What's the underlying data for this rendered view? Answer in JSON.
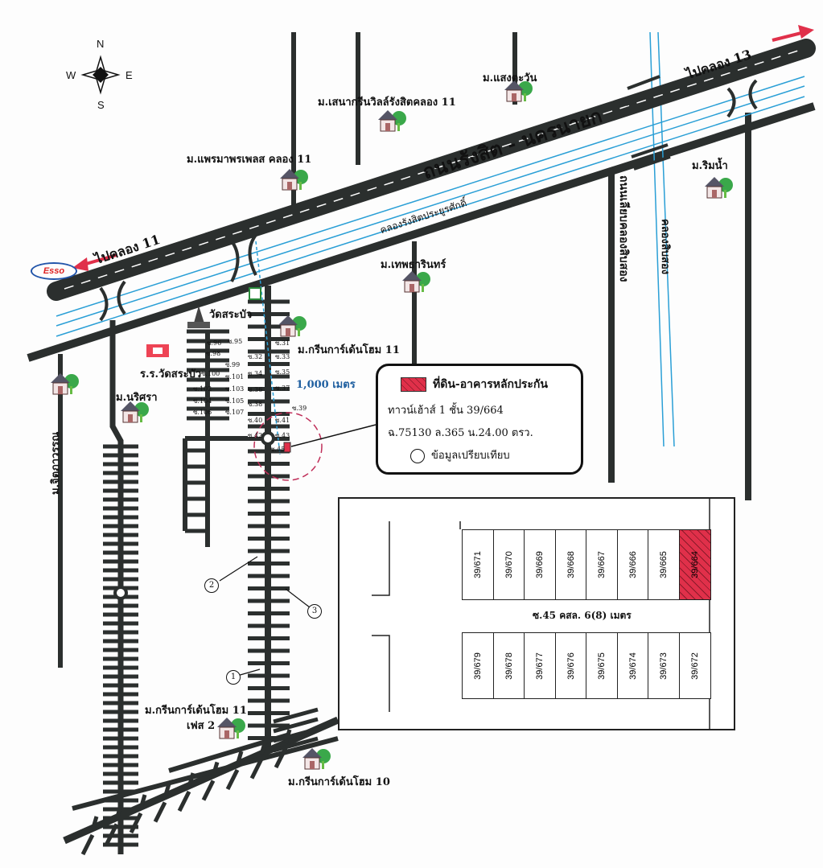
{
  "compass": {
    "n": "N",
    "s": "S",
    "e": "E",
    "w": "W"
  },
  "roads": {
    "highway": "ถนนรังสิต - นครนายก",
    "canal": "คลองรังสิตประยูรศักดิ์",
    "to_west": "ไปคลอง 11",
    "to_east": "ไปคลอง 13",
    "road_12": "ถนนเลียบคลองสิบสอง",
    "canal_12": "คลองสิบสอง",
    "distance": "1,000 เมตร"
  },
  "places": {
    "saeng_tawan": "ม.แสงตะวัน",
    "sena_green": "ม.เสนากรีนวิลล์รังสิตคลอง 11",
    "phraemaphon": "ม.แพรมาพรเพลส คลอง 11",
    "rim_nam": "ม.ริมน้ำ",
    "thepharin": "ม.เทพธารินทร์",
    "wat": "วัดสระบัว",
    "school": "ร.ร.วัดสระบัว",
    "green_garden_11": "ม.กรีนการ์เด้นโฮม 11",
    "narisara": "ม.นริศรา",
    "jitpawan": "ม.จิตภาวรรณ",
    "green_garden_11_p2_a": "ม.กรีนการ์เด้นโฮม 11",
    "green_garden_11_p2_b": "เฟส 2",
    "green_garden_10": "ม.กรีนการ์เด้นโฮม 10",
    "esso": "Esso"
  },
  "sois": {
    "s31": "ซ.31",
    "s32": "ซ.32",
    "s33": "ซ.33",
    "s34": "ซ.34",
    "s35": "ซ.35",
    "s36": "ซ.36",
    "s37": "ซ.37",
    "s38": "ซ.38",
    "s39": "ซ.39",
    "s40": "ซ.40",
    "s41": "ซ.41",
    "s42": "ซ.42",
    "s43": "ซ.43",
    "s45": "ซ.45",
    "s95": "ซ.95",
    "s96": "ซ.96",
    "s98": "ซ.98",
    "s99": "ซ.99",
    "s100": "ซ.100",
    "s101": "ซ.101",
    "s102": "ซ.102",
    "s103": "ซ.103",
    "s104": "ซ.104",
    "s105": "ซ.105",
    "s106": "ซ.106",
    "s107": "ซ.107"
  },
  "markers": {
    "m1": "1",
    "m2": "2",
    "m3": "3"
  },
  "legend": {
    "collateral": "ที่ดิน-อาคารหลักประกัน",
    "line1": "ทาวน์เฮ้าส์ 1 ชั้น  39/664",
    "line2": "ฉ.75130  ล.365  น.24.00  ตรว.",
    "comparable": "ข้อมูลเปรียบเทียบ"
  },
  "plan": {
    "road_label": "ซ.45    คสล. 6(8) เมตร",
    "top_lots": [
      "39/671",
      "39/670",
      "39/669",
      "39/668",
      "39/667",
      "39/666",
      "39/665",
      "39/664"
    ],
    "bottom_lots": [
      "39/679",
      "39/678",
      "39/677",
      "39/676",
      "39/675",
      "39/674",
      "39/673",
      "39/672"
    ],
    "selected": "39/664"
  },
  "colors": {
    "road": "#2b2f2e",
    "canal": "#2a9fd6",
    "accent": "#e0304a",
    "tree": "#3aa84a"
  }
}
